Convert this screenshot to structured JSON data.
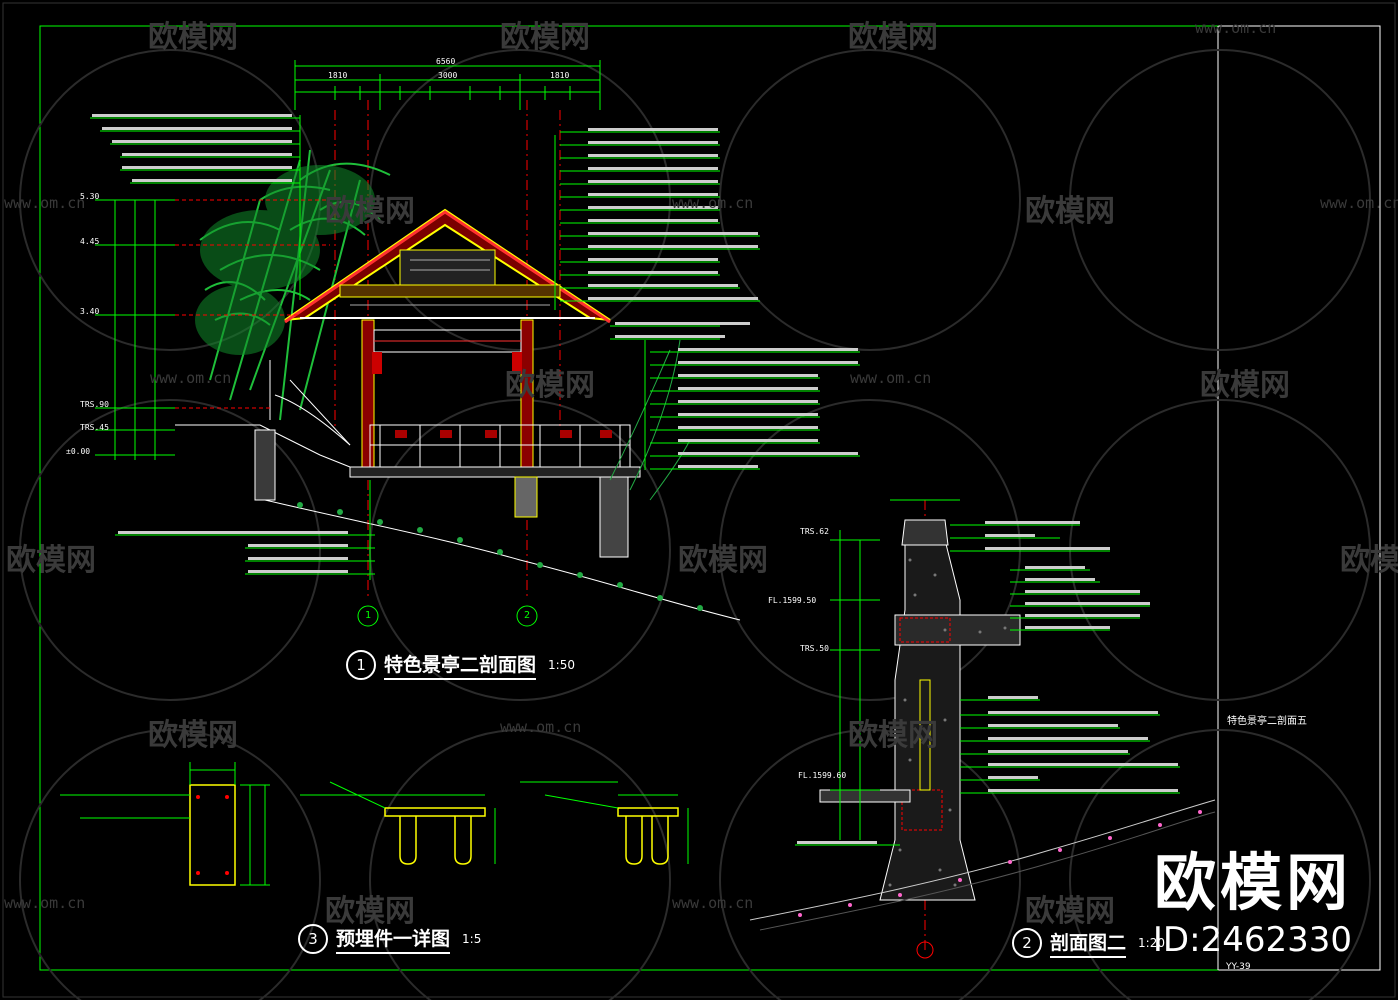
{
  "watermark": {
    "brand": "欧模网",
    "url": "www.om.cn"
  },
  "titles": {
    "section1": {
      "num": "1",
      "text": "特色景亭二剖面图",
      "scale": "1:50"
    },
    "section2": {
      "num": "2",
      "text": "剖面图二",
      "scale": "1:20"
    },
    "section3": {
      "num": "3",
      "text": "预埋件一详图",
      "scale": "1:5"
    }
  },
  "sheet_title": "特色景亭二剖面五",
  "sheet_number": "YY-39",
  "brand_logo": "欧模网",
  "id_label": "ID:2462330",
  "top_dims": {
    "overall": "6560",
    "segments": [
      "1810",
      "3000",
      "1810"
    ]
  },
  "axis_labels": [
    "1",
    "2"
  ],
  "elevations": [
    "5.30",
    "4.45",
    "3.40",
    "TRS.90",
    "TRS.45",
    "±0.00",
    "TRS.62",
    "FL.1599.50",
    "TRS.50",
    "FL.1599.60"
  ],
  "colors": {
    "bg": "#000000",
    "line": "#ffffff",
    "dim": "#00ff00",
    "axis": "#ff0000",
    "roof": "#ffff00",
    "accent": "#00ffff"
  }
}
